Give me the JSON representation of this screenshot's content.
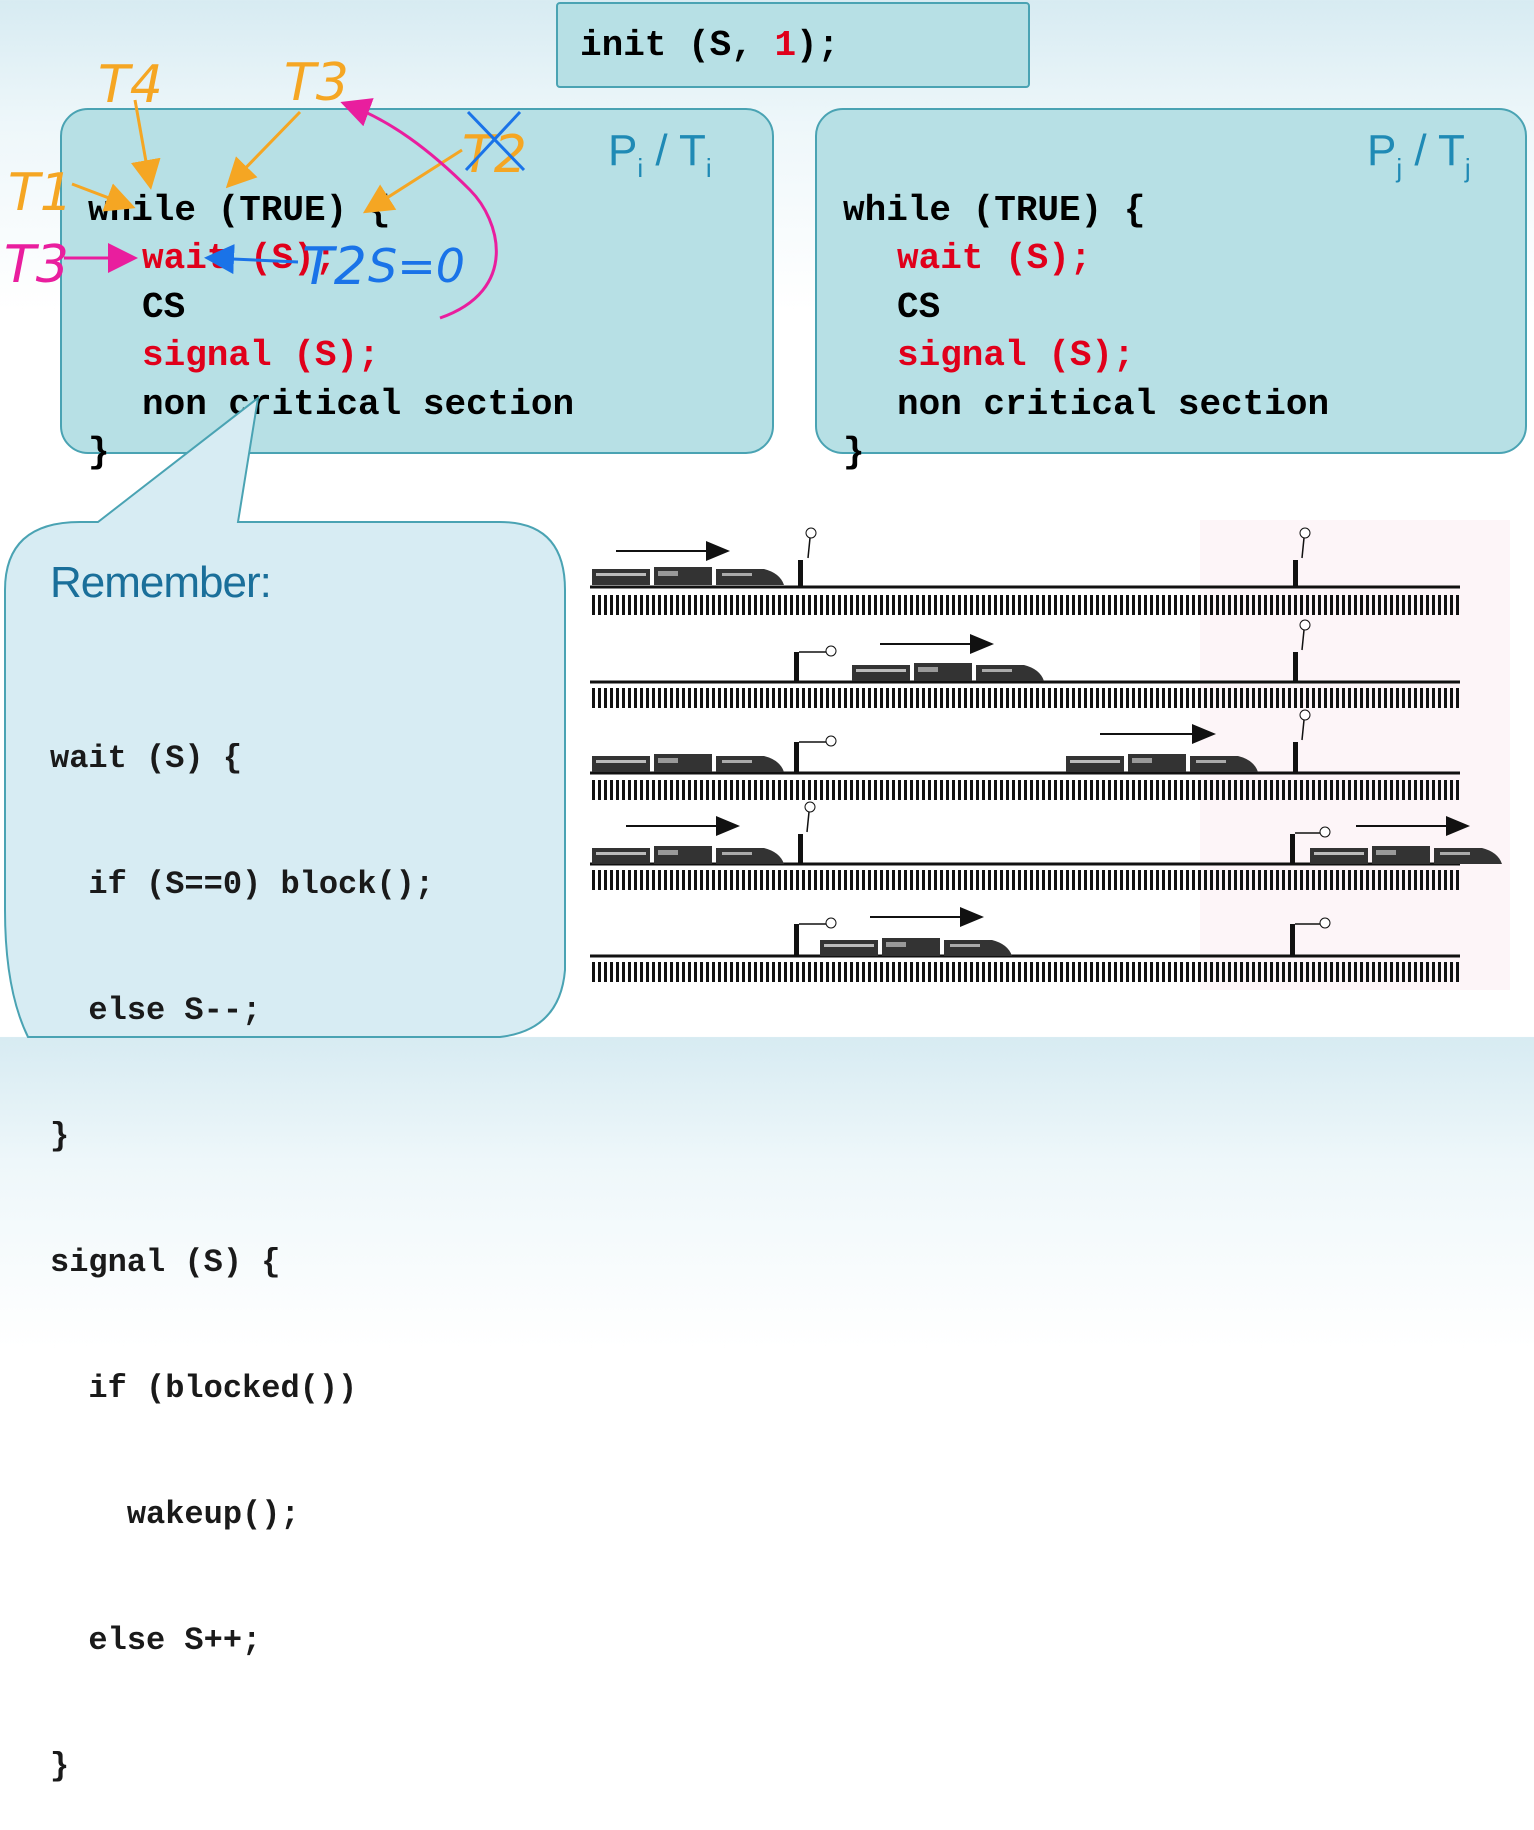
{
  "init_box": {
    "prefix": "init (S, ",
    "value": "1",
    "suffix": ");"
  },
  "process_i": {
    "label_main": "P",
    "label_sub": "i",
    "sep": " / ",
    "label_main2": "T",
    "label_sub2": "i",
    "lines": {
      "l1": "while (TRUE) {",
      "l2": "wait (S);",
      "l3": "CS",
      "l4": "signal (S);",
      "l5": "non critical section",
      "l6": "}"
    }
  },
  "process_j": {
    "label_main": "P",
    "label_sub": "j",
    "sep": " / ",
    "label_main2": "T",
    "label_sub2": "j",
    "lines": {
      "l1": "while (TRUE) {",
      "l2": "wait (S);",
      "l3": "CS",
      "l4": "signal (S);",
      "l5": "non critical section",
      "l6": "}"
    }
  },
  "remember": {
    "title": "Remember:",
    "code": [
      "wait (S) {",
      "  if (S==0) block();",
      "  else S--;",
      "}",
      "signal (S) {",
      "  if (blocked())",
      "    wakeup();",
      "  else S++;",
      "}"
    ]
  },
  "annotations": {
    "t4": "T4",
    "t3_top": "T3",
    "t2_crossed": "T2",
    "t1": "T1",
    "t3_left": "T3",
    "t2_cs": "T2",
    "s_eq": "S=0"
  },
  "colors": {
    "box_fill": "#b7e0e5",
    "box_border": "#4aa3b3",
    "code_red": "#e0001b",
    "label_blue": "#1f8ab5",
    "ink_orange": "#f5a623",
    "ink_magenta": "#e91e9e",
    "ink_blue": "#1a73e8"
  }
}
